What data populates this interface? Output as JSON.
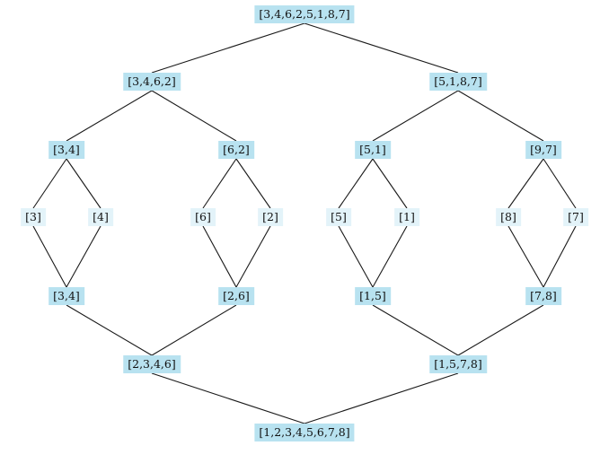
{
  "merge_sort": {
    "split_levels": [
      [
        "[3,4,6,2,5,1,8,7]"
      ],
      [
        "[3,4,6,2]",
        "[5,1,8,7]"
      ],
      [
        "[3,4]",
        "[6,2]",
        "[5,1]",
        "[9,7]"
      ],
      [
        "[3]",
        "[4]",
        "[6]",
        "[2]",
        "[5]",
        "[1]",
        "[8]",
        "[7]"
      ]
    ],
    "merge_levels": [
      [
        "[3,4]",
        "[2,6]",
        "[1,5]",
        "[7,8]"
      ],
      [
        "[2,3,4,6]",
        "[1,5,7,8]"
      ],
      [
        "[1,2,3,4,5,6,7,8]"
      ]
    ]
  },
  "colors": {
    "node_fill": "#b8e2f0",
    "leaf_fill": "#e3f3f9",
    "edge": "#1a1a1a"
  }
}
